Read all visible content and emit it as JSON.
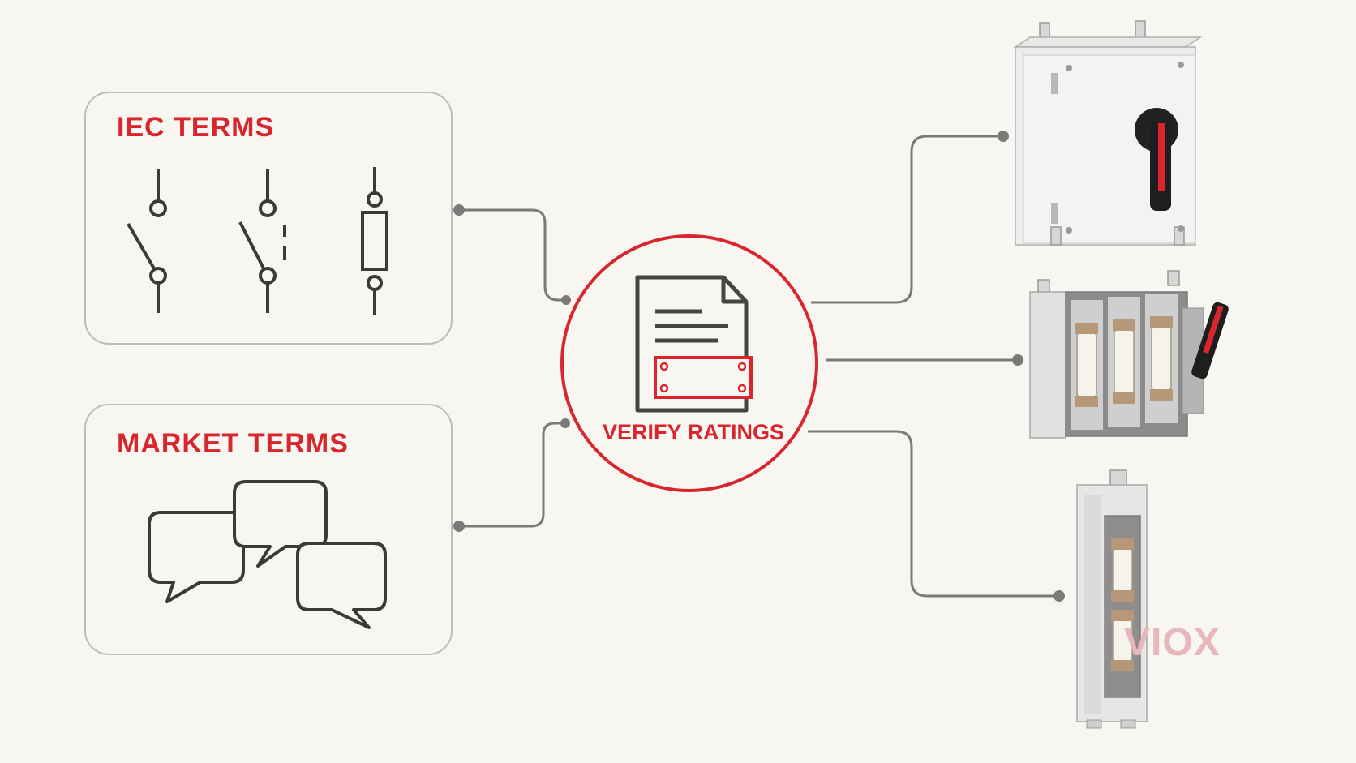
{
  "iec_box": {
    "title": "IEC TERMS",
    "symbols": [
      "switch-symbol",
      "disconnector-symbol",
      "fuse-symbol"
    ]
  },
  "market_box": {
    "title": "MARKET TERMS",
    "icons": [
      "speech-bubble-icon",
      "speech-bubble-icon",
      "speech-bubble-icon"
    ]
  },
  "center": {
    "label": "VERIFY RATINGS",
    "icon": "document-nameplate-icon"
  },
  "products": [
    "enclosed-disconnect-switch",
    "open-fuse-switch-disconnector",
    "vertical-fuse-switch"
  ],
  "logo": "VIOX",
  "colors": {
    "accent": "#d9262e",
    "line": "#7a7a7a",
    "background": "#f8f6f0"
  }
}
